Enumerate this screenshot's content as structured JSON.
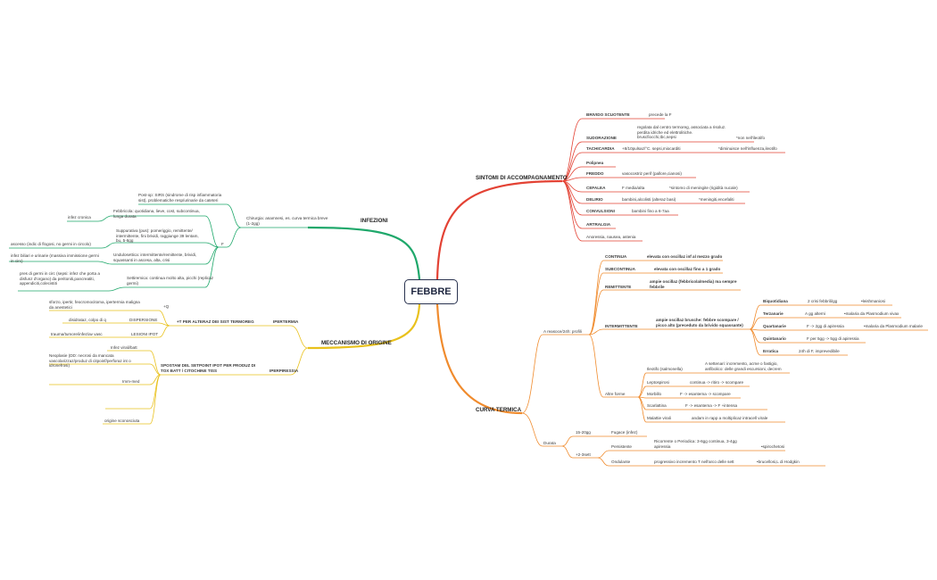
{
  "root": "FEBBRE",
  "colors": {
    "red": "#e34234",
    "orange": "#f08b2d",
    "yellow": "#e9c11c",
    "green": "#1fa86b",
    "root_border": "#2a3350"
  },
  "sintomi": {
    "title": "SINTOMI DI ACCOMPAGNAMENTO",
    "brivido": {
      "label": "BRIVIDO SCUOTENTE",
      "desc": "precede la F"
    },
    "sudorazione": {
      "label": "SUDORAZIONE",
      "desc": "regolata dal centro termoreg, associata a risoluz. perdita idriche ed elettrolitiche. bruscfiocchi,tbc,sepsi",
      "note": "*non nell'ileotifo"
    },
    "tachicardia": {
      "label": "TACHICARDIA",
      "desc": "+8/10pulsaz/°C. sepsi,miocarditi",
      "note": "*diminuisce nell'influenza,ileotifo"
    },
    "polipnea": "Polipnea",
    "freddo": {
      "label": "FREDDO",
      "desc": "vasocostriz perif (pallore,cianosi)"
    },
    "cefalea": {
      "label": "CEFALEA",
      "desc": "F media/alta",
      "note": "*sintomo di meningite (rigidità nucale)"
    },
    "delirio": {
      "label": "DELIRIO",
      "desc": "bambini,alcolisti (alteraz basi)",
      "note": "*meningiti,encefaliti"
    },
    "convulsioni": {
      "label": "CONVULSIONI",
      "desc": "bambini fino a 6-7aa"
    },
    "artralgia": "ARTRALGIA",
    "anoressia": "Anoressia, nausea, astenia"
  },
  "curva": {
    "title": "CURVA TERMICA",
    "a_reasoce": "A reasoce/24h: profili",
    "continua": {
      "label": "CONTINUA",
      "desc": "elevata con oscillaz inf al mezzo grado"
    },
    "subcontinua": {
      "label": "SUBCONTINUA",
      "desc": "elevata con oscillaz fino a 1 grado"
    },
    "remittente": {
      "label": "REMITTENTE",
      "desc": "ampie oscillaz (febbricola/media) ma sempre febbrile"
    },
    "intermittente": {
      "label": "INTERMITTENTE",
      "desc": "ampie oscillaz brusche: febbre scompare / picco alto (preceduto da brivido squassante)"
    },
    "biquotidiana": {
      "label": "Biquotidiana",
      "desc": "2 crisi febbrili/gg",
      "note": "•leishmaniosi"
    },
    "terzanaria": {
      "label": "Terzanarie",
      "desc": "A gg alterni",
      "note": "•malaria da Plasmodium vivax"
    },
    "quartanaria": {
      "label": "Quartanarie",
      "desc": "F -> 2gg di apiressia",
      "note": "•malaria da Plasmodium malarie"
    },
    "quintanario": {
      "label": "Quintanario",
      "desc": "F per 5gg -> 5gg di apiressia"
    },
    "erratica": {
      "label": "Erratica",
      "desc": "24h di F, imprevedibile"
    },
    "altre_forme": "Altre forme",
    "ileotifo": {
      "label": "Ileotifo (salmonella)",
      "desc": "A settenari: incremento, acme o fastigio, anfibolico: delle grandi escursioni, decrem"
    },
    "leptospirosi": {
      "label": "Leptospirosi",
      "desc": "continua -> ritiro -> scompare"
    },
    "morbillo": {
      "label": "Morbillo",
      "desc": "F -> esantema -> scompare"
    },
    "scarlattina": {
      "label": "Scarlattina",
      "desc": "F -> esantema -> F +intensa"
    },
    "malattie_virali": {
      "label": "Malattie virali",
      "desc": "andam in rapp a moltiplicaz intracell virale"
    },
    "durata": "Durata",
    "d15": "15-20gg",
    "fugace": "Fugace (infez)",
    "due_sett": "+2-3sett",
    "persistente": {
      "label": "Persistente",
      "desc": "Ricorrente o Periodica: 3-6gg continua, 3-4gg apiressia",
      "note": "•spirochetosi"
    },
    "ondulante": {
      "label": "Ondulante",
      "desc": "progressivo incremento T nell'arco delle sett",
      "note": "•brucellosi,L di Hodgkin"
    }
  },
  "meccanismo": {
    "title": "MECCANISMO DI ORIGINE",
    "ipertermia": "IPERTERMIA",
    "alteraz": "+T PER ALTERAZ DEI SIST TERMOREG",
    "piu_q": "+Q",
    "sforzo": "sforzo, ipertir, feocromocitoma, ipertermia maligna da anestetici",
    "dispersione": "DISPERSIONE",
    "disidrataz": "disidrataz, colpo di q",
    "lesioni": "LESIONI IPOT",
    "trauma": "trauma/tumore/infez/av vasc",
    "piressia": "IPERPIRESSIA",
    "spostam": "SPOSTAM DEL SETPOINT IPOT PER PRODUZ DI TOX BATT / CITOCHINE TISS",
    "infez": "Infez virali/batt",
    "neoplasie": "Neoplasie (DD: necrosi da mancata vascolarizzaz/produz di citpoinf/perforaz int o idronefrosi)",
    "immuno": "Imm-med",
    "sconosciuta": "origine sconosciuta"
  },
  "infezioni": {
    "title": "INFEZIONI",
    "chirurgia": "Chirurgia: anamnesi, es. curva termica breve (1-2gg)",
    "post_op": "Post-op: SIRS (sindrome di risp infiammatoria sist), problematiche resp/urinarie da cateteri",
    "infez_cronica": "infez cronica",
    "febbricola": "Febbricola: quotidiana, lieve, cost, subcontinua, lunga durata",
    "f": "F",
    "suppurativa": "Suppurativa (pus): pomeriggio, remittente/ intermittente, fini brividi, raggiunge 39 lentam, bu, 5-6gg",
    "ascesso": "ascesso (indic di flogosi, no germi in circolo)",
    "undulante": "Undulosettica: intermittente/remittente, brividi, squassanti in ascesa, alta, crisi",
    "biliari": "infez biliari e urinarie (massiva immissione germi in circ)",
    "settice": "Settiremica: continua molto alta, picchi (replicaz germi)",
    "pres": "pres di germi in circ (sepsi: infez che porta a disfunz d'organo) da peritoniti,pancreatiti, appendiciti,colecistiti"
  }
}
